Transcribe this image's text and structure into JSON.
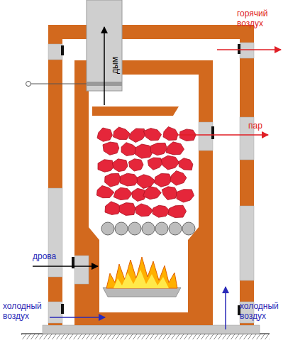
{
  "diagram": {
    "labels": [
      "горячий воздух",
      "пар",
      "дым",
      "дрова",
      "холодный воздух",
      "холодный воздух"
    ]
  }
}
